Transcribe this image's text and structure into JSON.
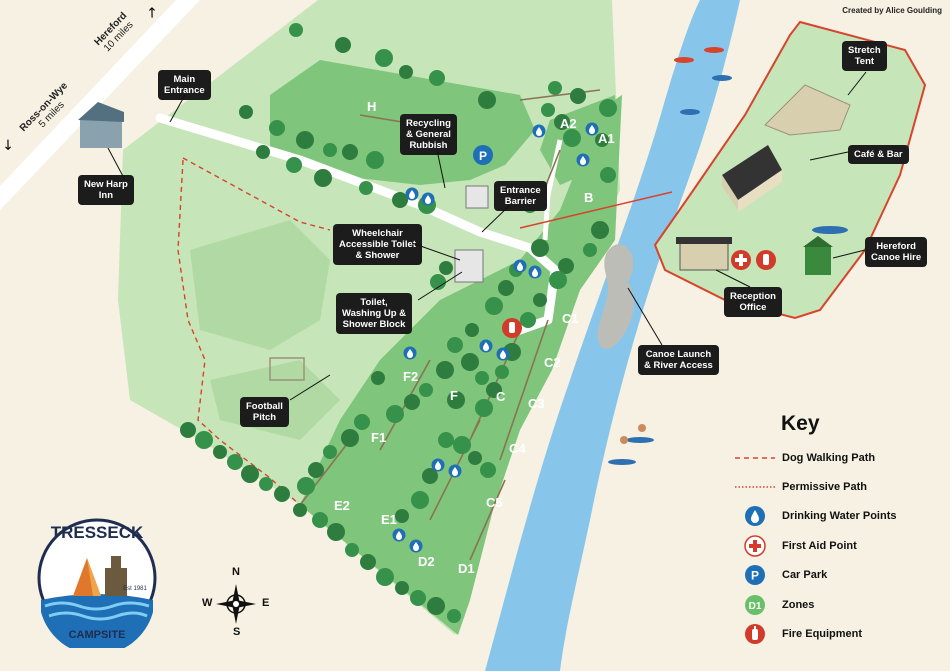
{
  "credit": "Created by Alice Goulding",
  "roads": {
    "hereford_name": "Hereford",
    "hereford_dist": "10 miles",
    "ross_name": "Ross-on-Wye",
    "ross_dist": "5 miles"
  },
  "labels": {
    "main_entrance": "Main\nEntrance",
    "new_harp_inn": "New Harp\nInn",
    "recycling": "Recycling\n& General\nRubbish",
    "entrance_barrier": "Entrance\nBarrier",
    "wheelchair_toilet": "Wheelchair\nAccessible Toilet\n& Shower",
    "toilet_block": "Toilet,\nWashing Up &\nShower Block",
    "football_pitch": "Football\nPitch",
    "canoe_launch": "Canoe Launch\n& River Access",
    "stretch_tent": "Stretch\nTent",
    "cafe_bar": "Café & Bar",
    "hereford_canoe_hire": "Hereford\nCanoe Hire",
    "reception_office": "Reception\nOffice"
  },
  "zones": {
    "H": "H",
    "A2": "A2",
    "A1": "A1",
    "B": "B",
    "C1": "C1",
    "C2": "C2",
    "C3": "C3",
    "C4": "C4",
    "C5": "C5",
    "C": "C",
    "F": "F",
    "F1": "F1",
    "F2": "F2",
    "E1": "E1",
    "E2": "E2",
    "D1": "D1",
    "D2": "D2"
  },
  "key": {
    "title": "Key",
    "items": [
      {
        "label": "Dog Walking Path",
        "icon": "dog-walking-path-line"
      },
      {
        "label": "Permissive Path",
        "icon": "permissive-path-line"
      },
      {
        "label": "Drinking Water Points",
        "icon": "water-drop-icon"
      },
      {
        "label": "First Aid Point",
        "icon": "first-aid-icon"
      },
      {
        "label": "Car Park",
        "icon": "car-park-icon",
        "symbol": "P"
      },
      {
        "label": "Zones",
        "icon": "zone-icon",
        "symbol": "D1"
      },
      {
        "label": "Fire Equipment",
        "icon": "fire-extinguisher-icon"
      }
    ]
  },
  "compass": {
    "n": "N",
    "s": "S",
    "e": "E",
    "w": "W"
  },
  "logo": {
    "name": "TRESSECK",
    "sub": "CAMPSITE",
    "est": "Est 1981"
  },
  "colors": {
    "background": "#f6f1e3",
    "field_light": "#bfe0b0",
    "field_mid": "#8dcd86",
    "field_dark": "#5db45d",
    "tree": "#2e7d3f",
    "river": "#87c5ea",
    "label_bg": "#1c1c1c",
    "path_red": "#d8432c",
    "water_blue": "#1f6fb7",
    "first_aid_red": "#d23a2a"
  }
}
